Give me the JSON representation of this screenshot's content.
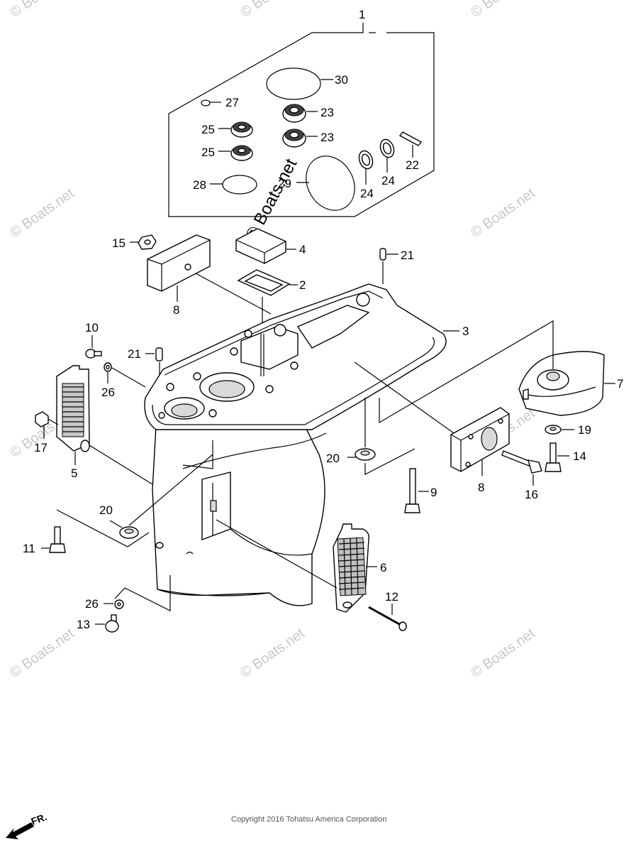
{
  "callouts": {
    "c1": "1",
    "c2": "2",
    "c3": "3",
    "c4": "4",
    "c5": "5",
    "c6": "6",
    "c7": "7",
    "c8a": "8",
    "c8b": "8",
    "c9": "9",
    "c10": "10",
    "c11": "11",
    "c12": "12",
    "c13": "13",
    "c14": "14",
    "c15": "15",
    "c16": "16",
    "c17": "17",
    "c19": "19",
    "c20a": "20",
    "c20b": "20",
    "c21a": "21",
    "c21b": "21",
    "c22": "22",
    "c23a": "23",
    "c23b": "23",
    "c24a": "24",
    "c24b": "24",
    "c25a": "25",
    "c25b": "25",
    "c26a": "26",
    "c26b": "26",
    "c27": "27",
    "c28": "28",
    "c29": "29",
    "c30": "30"
  },
  "watermark": {
    "text": "© Boats.net",
    "center_text": "© Boats.net"
  },
  "footer": {
    "copyright": "Copyright 2016 Tohatsu America Corporation",
    "front_marker": "FR."
  }
}
